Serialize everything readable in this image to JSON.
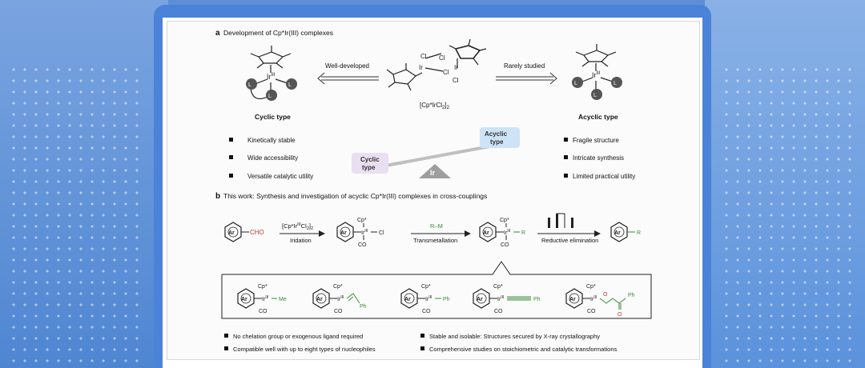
{
  "panel_a": {
    "letter": "a",
    "title": "Development of Cp*Ir(III) complexes",
    "left_arrow_label": "Well-developed",
    "right_arrow_label": "Rarely studied",
    "dimer_label": "[Cp*IrCl",
    "dimer_sub1": "2",
    "dimer_sub2": "2",
    "cyclic_title": "Cyclic type",
    "acyclic_title": "Acyclic type",
    "cyclic_features": [
      "Kinetically stable",
      "Wide accessibility",
      "Versatile catalytic utility"
    ],
    "acyclic_features": [
      "Fragile structure",
      "Intricate synthesis",
      "Limited practical utility"
    ],
    "balance_left": [
      "Cyclic",
      "type"
    ],
    "balance_right": [
      "Acyclic",
      "type"
    ],
    "fulcrum": "Ir"
  },
  "panel_b": {
    "letter": "b",
    "title": "This work: Synthesis and investigation of acyclic Cp*Ir(III) complexes in cross-couplings",
    "step1_reagent": "[Cp*Ir",
    "step1_label": "Iridation",
    "step2_reagent": "R–M",
    "step2_label": "Transmetallation",
    "step3_label": "Reductive elimination",
    "substituents": [
      "Me",
      "Ph",
      "Ph",
      "Ph",
      "Ph"
    ],
    "features_left": [
      "No chelation group or exogenous ligand required",
      "Compatible well with up to eight types of nucleophiles"
    ],
    "features_right": [
      "Stable and isolable: Structures secured by X-ray crystallography",
      "Comprehensive studies on stoichiometric and catalytic transformations"
    ]
  },
  "labels": {
    "ar": "Ar",
    "cho": "CHO",
    "cp": "Cp*",
    "co": "CO",
    "ir": "Ir",
    "ox": "III",
    "cl": "Cl",
    "r": "R",
    "l1": "L",
    "l2": "L",
    "l3": "L",
    "o": "O"
  },
  "colors": {
    "green": "#3b8a3a",
    "red": "#c0392b",
    "cyclic_box": "#eadff0",
    "acyclic_box": "#cfe3f6"
  }
}
